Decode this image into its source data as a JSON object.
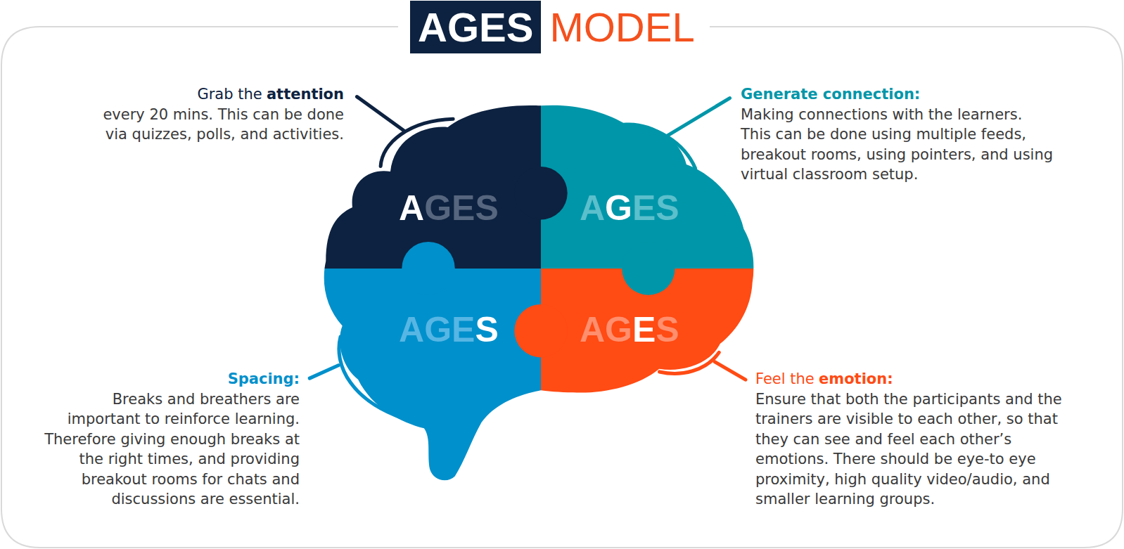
{
  "diagram": {
    "title": "AGES",
    "nodes": [
      {
        "text": [
          "AGES"
        ]
      },
      {
        "text": [
          "AGES"
        ]
      },
      {
        "text": [
          "AGES"
        ]
      },
      {
        "text": [
          "AGES"
        ]
      }
    ],
    "labels": [
      "MODEL",
      "Grab the",
      "attention",
      "every 20 mins. This can be done via quizzes, polls, and activities.",
      "Generate connection:",
      "Making connections with the learners. This can be done using multiple feeds, breakout rooms, using pointers, and using virtual classroom setup.",
      "Spacing:",
      "Breaks and breathers are important to reinforce learning. Therefore giving enough breaks at the right times, and providing breakout rooms for chats and discussions are essential.",
      "Feel the",
      "emotion:",
      "Ensure that both the participants and the trainers are visible to each other, so that they can see and feel each other’s emotions. There should be eye-to eye proximity, high quality video/audio, and smaller learning groups."
    ]
  }
}
